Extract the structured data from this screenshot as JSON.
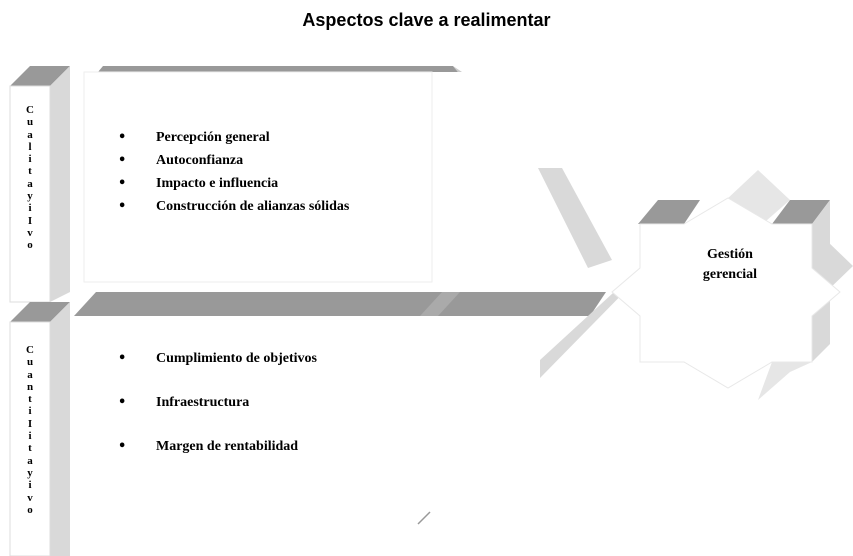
{
  "title": "Aspectos clave a realimentar",
  "qualitative": {
    "side_label": "CualitayiIvo",
    "items": [
      "Percepción general",
      "Autoconfianza",
      "Impacto e influencia",
      "Construcción de alianzas sólidas"
    ]
  },
  "quantitative": {
    "side_label": "CuantiIitayivo",
    "items": [
      "Cumplimiento de objetivos",
      "Infraestructura",
      "Margen de rentabilidad"
    ]
  },
  "center": {
    "line1": "Gestión",
    "line2": "gerencial"
  },
  "colors": {
    "dark_gray": "#999999",
    "medium_gray": "#b3b3b3",
    "light_gray": "#d9d9d9",
    "pale_gray": "#e6e6e6",
    "background": "#ffffff"
  }
}
